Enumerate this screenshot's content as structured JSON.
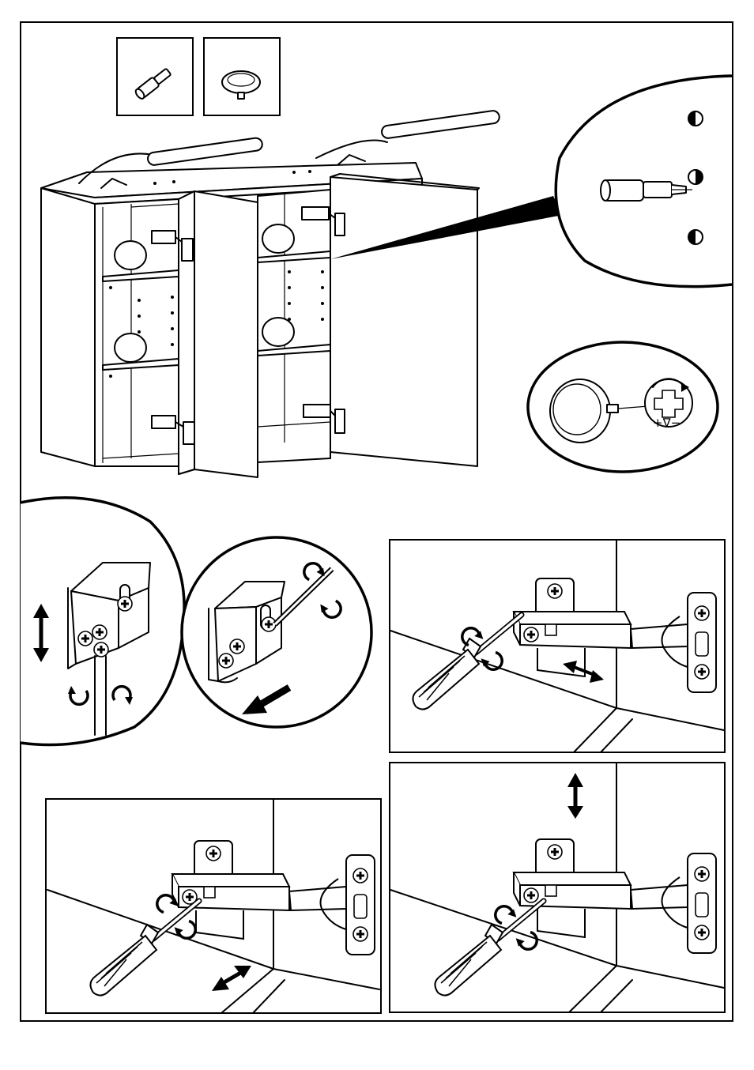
{
  "colors": {
    "line": "#000000",
    "paper": "#ffffff",
    "shade": "#eeeeee"
  },
  "parts": [
    {
      "icon": "shelf-support-pin-icon"
    },
    {
      "icon": "door-knob-icon"
    }
  ],
  "knob_detail": {
    "adjust_symbol": "+∇−"
  },
  "steps": [
    {
      "panel": "hinge-clip-detail",
      "icons": [
        "up-down-arrow-icon",
        "rotate-arrows-icon",
        "screwdriver-icon"
      ]
    },
    {
      "panel": "hinge-release-detail",
      "icons": [
        "rotate-arrows-icon",
        "diagonal-arrow-icon"
      ]
    },
    {
      "panel": "hinge-depth-adjust",
      "icons": [
        "rotate-arrows-icon",
        "left-right-arrow-icon"
      ]
    },
    {
      "panel": "hinge-side-adjust",
      "icons": [
        "rotate-arrows-icon",
        "left-right-arrow-icon"
      ]
    },
    {
      "panel": "hinge-height-adjust",
      "icons": [
        "rotate-arrows-icon",
        "up-down-arrow-icon"
      ]
    }
  ]
}
